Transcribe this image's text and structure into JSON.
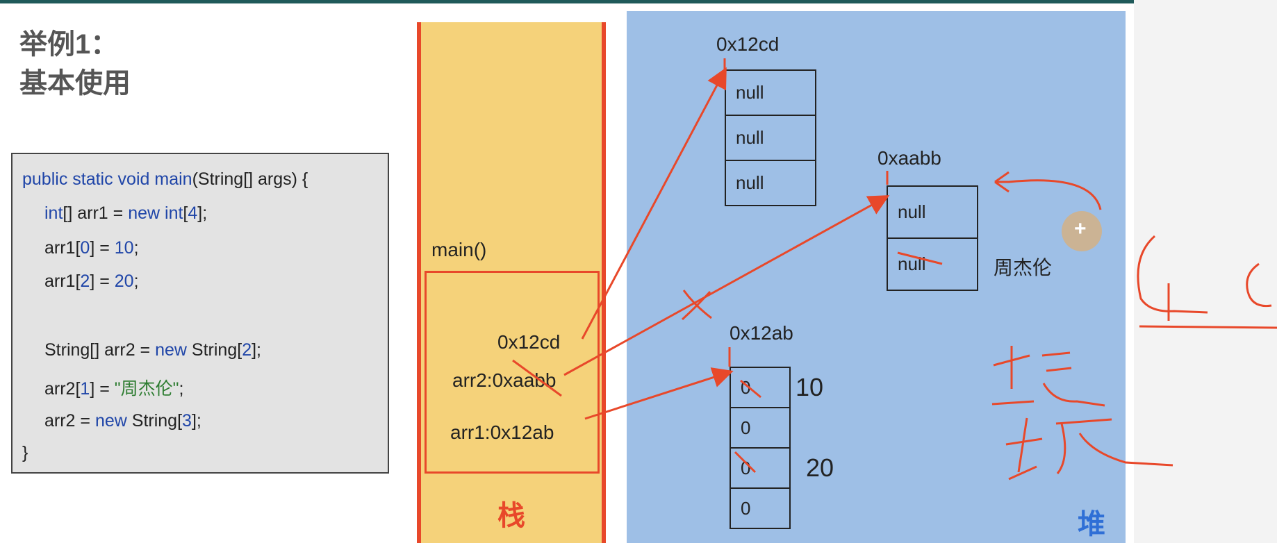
{
  "title": {
    "line1": "举例1：",
    "line2": "基本使用"
  },
  "code": {
    "l1_a": "public static void ",
    "l1_b": "main",
    "l1_c": "(String[] args) {",
    "l2_a": "int",
    "l2_b": "[] arr1 = ",
    "l2_c": "new int",
    "l2_d": "[",
    "l2_e": "4",
    "l2_f": "];",
    "l3_a": "arr1[",
    "l3_b": "0",
    "l3_c": "] = ",
    "l3_d": "10",
    "l3_e": ";",
    "l4_a": "arr1[",
    "l4_b": "2",
    "l4_c": "] = ",
    "l4_d": "20",
    "l4_e": ";",
    "l5_a": "String[] arr2 = ",
    "l5_b": "new",
    "l5_c": " String[",
    "l5_d": "2",
    "l5_e": "];",
    "l6_a": "arr2[",
    "l6_b": "1",
    "l6_c": "] = ",
    "l6_d": "\"周杰伦\"",
    "l6_e": ";",
    "l7_a": "arr2 = ",
    "l7_b": "new",
    "l7_c": " String[",
    "l7_d": "3",
    "l7_e": "];",
    "l8": "}"
  },
  "stack": {
    "label": "栈",
    "frame_name": "main()",
    "val_12cd": "0x12cd",
    "arr2": "arr2:0xaabb",
    "arr1": "arr1:0x12ab"
  },
  "heap": {
    "label": "堆",
    "addr_12cd": "0x12cd",
    "addr_aabb": "0xaabb",
    "addr_12ab": "0x12ab",
    "arr_12cd": [
      "null",
      "null",
      "null"
    ],
    "arr_aabb": [
      "null",
      "null"
    ],
    "arr_12ab": [
      "0",
      "0",
      "0",
      "0"
    ],
    "val_10": "10",
    "val_20": "20",
    "string_obj": "周杰伦"
  },
  "colors": {
    "stack_fill": "#f5d27a",
    "heap_fill": "#9ebfe6",
    "arrow": "#e8482a",
    "code_box": "#e3e3e3"
  }
}
